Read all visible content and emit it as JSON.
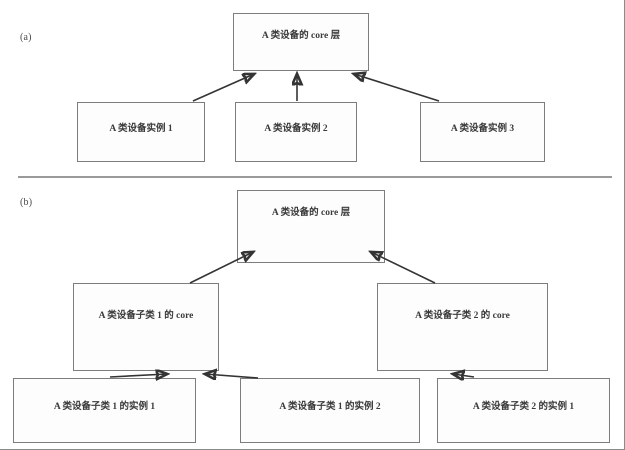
{
  "figure": {
    "panels": [
      {
        "id": "a",
        "label": "(a)",
        "nodes": {
          "core": "A 类设备的 core 层",
          "instances": [
            "A 类设备实例 1",
            "A 类设备实例 2",
            "A 类设备实例 3"
          ]
        }
      },
      {
        "id": "b",
        "label": "(b)",
        "nodes": {
          "core": "A 类设备的 core 层",
          "subclass_cores": [
            "A 类设备子类 1 的 core",
            "A 类设备子类 2 的 core"
          ],
          "instances": [
            "A 类设备子类 1 的实例 1",
            "A 类设备子类 1 的实例 2",
            "A 类设备子类 2 的实例 1"
          ]
        }
      }
    ],
    "colors": {
      "box_border": "#7d7d7d",
      "arrow": "#343434",
      "divider": "#9a9a9a",
      "text": "#3b3b3b",
      "background": "#ffffff"
    }
  }
}
